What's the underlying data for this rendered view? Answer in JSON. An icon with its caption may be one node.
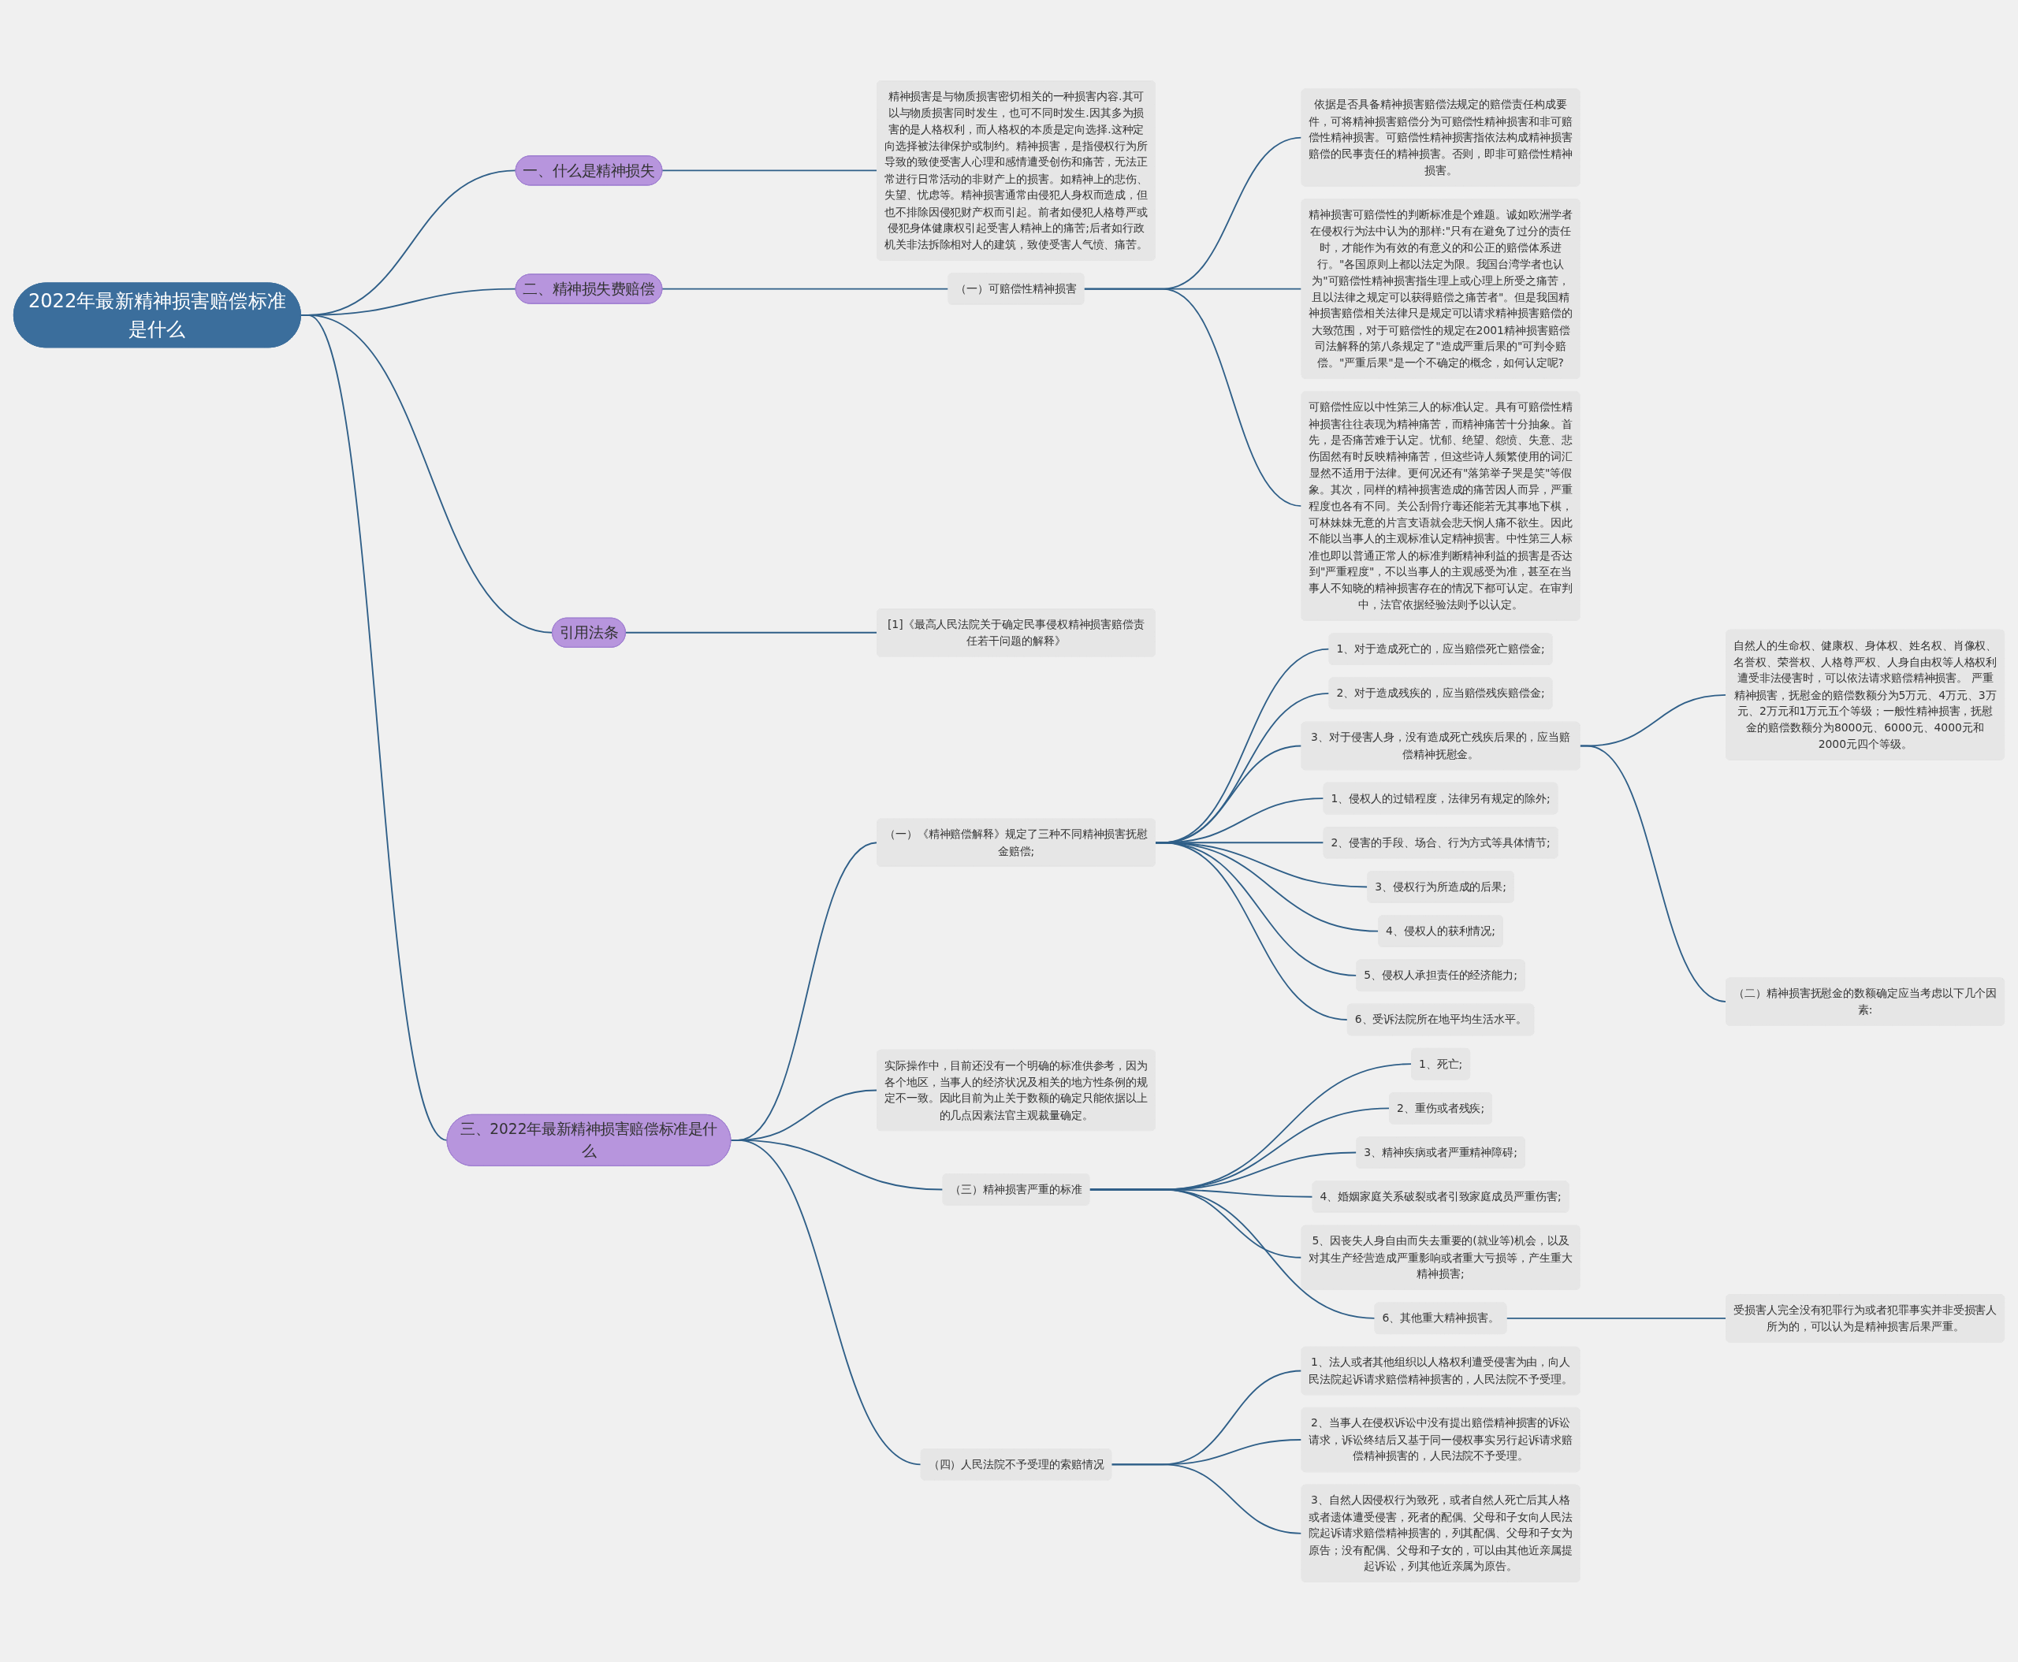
{
  "diagram": {
    "nodes": [
      {
        "text": [
          "2022年最新精神损害赔偿标准是什么"
        ]
      },
      {
        "text": [
          "一、什么是精神损失"
        ]
      },
      {
        "text": [
          "精神损害是与物质损害密切相关的一种损害内容.其可以与物质损害同时发生，也可不同时发生.因其多为损害的是人格权利，而人格权的本质是定向选择.这种定向选择被法律保护或制约。精神损害，是指侵权行为所导致的致使受害人心理和感情遭受创伤和痛苦，无法正常进行日常活动的非财产上的损害。如精神上的悲伤、失望、忧虑等。精神损害通常由侵犯人身权而造成，但也不排除因侵犯财产权而引起。前者如侵犯人格尊严或侵犯身体健康权引起受害人精神上的痛苦;后者如行政机关非法拆除相对人的建筑，致使受害人气愤、痛苦。"
        ]
      },
      {
        "text": [
          "二、精神损失费赔偿"
        ]
      },
      {
        "text": [
          "（一）可赔偿性精神损害"
        ]
      },
      {
        "text": [
          "依据是否具备精神损害赔偿法规定的赔偿责任构成要件，可将精神损害赔偿分为可赔偿性精神损害和非可赔偿性精神损害。可赔偿性精神损害指依法构成精神损害赔偿的民事责任的精神损害。否则，即非可赔偿性精神损害。"
        ]
      },
      {
        "text": [
          "精神损害可赔偿性的判断标准是个难题。诚如欧洲学者在侵权行为法中认为的那样:\"只有在避免了过分的责任时，才能作为有效的有意义的和公正的赔偿体系进行。\"各国原则上都以法定为限。我国台湾学者也认为\"可赔偿性精神损害指生理上或心理上所受之痛苦，且以法律之规定可以获得赔偿之痛苦者\"。但是我国精神损害赔偿相关法律只是规定可以请求精神损害赔偿的大致范围，对于可赔偿性的规定在2001精神损害赔偿司法解释的第八条规定了\"造成严重后果的\"可判令赔偿。\"严重后果\"是一个不确定的概念，如何认定呢?"
        ]
      },
      {
        "text": [
          "可赔偿性应以中性第三人的标准认定。具有可赔偿性精神损害往往表现为精神痛苦，而精神痛苦十分抽象。首先，是否痛苦难于认定。忧郁、绝望、怨愤、失意、悲伤固然有时反映精神痛苦，但这些诗人频繁使用的词汇显然不适用于法律。更何况还有\"落第举子哭是笑\"等假象。其次，同样的精神损害造成的痛苦因人而异，严重程度也各有不同。关公刮骨疗毒还能若无其事地下棋，可林妹妹无意的片言支语就会悲天悯人痛不欲生。因此不能以当事人的主观标准认定精神损害。中性第三人标准也即以普通正常人的标准判断精神利益的损害是否达到\"严重程度\"，不以当事人的主观感受为准，甚至在当事人不知晓的精神损害存在的情况下都可认定。在审判中，法官依据经验法则予以认定。"
        ]
      },
      {
        "text": [
          "引用法条"
        ]
      },
      {
        "text": [
          "[1]《最高人民法院关于确定民事侵权精神损害赔偿责任若干问题的解释》"
        ]
      },
      {
        "text": [
          "三、2022年最新精神损害赔偿标准是什么"
        ]
      },
      {
        "text": [
          "（一）《精神赔偿解释》规定了三种不同精神损害抚慰金赔偿;"
        ]
      },
      {
        "text": [
          "1、对于造成死亡的，应当赔偿死亡赔偿金;"
        ]
      },
      {
        "text": [
          "2、对于造成残疾的，应当赔偿残疾赔偿金;"
        ]
      },
      {
        "text": [
          "3、对于侵害人身，没有造成死亡残疾后果的，应当赔偿精神抚慰金。"
        ]
      },
      {
        "text": [
          "自然人的生命权、健康权、身体权、姓名权、肖像权、名誉权、荣誉权、人格尊严权、人身自由权等人格权利遭受非法侵害时，可以依法请求赔偿精神损害。 严重精神损害，抚慰金的赔偿数额分为5万元、4万元、3万元、2万元和1万元五个等级；一般性精神损害，抚慰金的赔偿数额分为8000元、6000元、4000元和2000元四个等级。"
        ]
      },
      {
        "text": [
          "（二）精神损害抚慰金的数额确定应当考虑以下几个因素:"
        ]
      },
      {
        "text": [
          "1、侵权人的过错程度，法律另有规定的除外;"
        ]
      },
      {
        "text": [
          "2、侵害的手段、场合、行为方式等具体情节;"
        ]
      },
      {
        "text": [
          "3、侵权行为所造成的后果;"
        ]
      },
      {
        "text": [
          "4、侵权人的获利情况;"
        ]
      },
      {
        "text": [
          "5、侵权人承担责任的经济能力;"
        ]
      },
      {
        "text": [
          "6、受诉法院所在地平均生活水平。"
        ]
      },
      {
        "text": [
          "实际操作中，目前还没有一个明确的标准供参考，因为各个地区，当事人的经济状况及相关的地方性条例的规定不一致。因此目前为止关于数额的确定只能依据以上的几点因素法官主观裁量确定。"
        ]
      },
      {
        "text": [
          "（三）精神损害严重的标准"
        ]
      },
      {
        "text": [
          "1、死亡;"
        ]
      },
      {
        "text": [
          "2、重伤或者残疾;"
        ]
      },
      {
        "text": [
          "3、精神疾病或者严重精神障碍;"
        ]
      },
      {
        "text": [
          "4、婚姻家庭关系破裂或者引致家庭成员严重伤害;"
        ]
      },
      {
        "text": [
          "5、因丧失人身自由而失去重要的(就业等)机会，以及对其生产经营造成严重影响或者重大亏损等，产生重大精神损害;"
        ]
      },
      {
        "text": [
          "6、其他重大精神损害。"
        ]
      },
      {
        "text": [
          "受损害人完全没有犯罪行为或者犯罪事实并非受损害人所为的，可以认为是精神损害后果严重。"
        ]
      },
      {
        "text": [
          "（四）人民法院不予受理的索赔情况"
        ]
      },
      {
        "text": [
          "1、法人或者其他组织以人格权利遭受侵害为由，向人民法院起诉请求赔偿精神损害的，人民法院不予受理。"
        ]
      },
      {
        "text": [
          "2、当事人在侵权诉讼中没有提出赔偿精神损害的诉讼请求，诉讼终结后又基于同一侵权事实另行起诉请求赔偿精神损害的，人民法院不予受理。"
        ]
      },
      {
        "text": [
          "3、自然人因侵权行为致死，或者自然人死亡后其人格或者遗体遭受侵害，死者的配偶、父母和子女向人民法院起诉请求赔偿精神损害的，列其配偶、父母和子女为原告；没有配偶、父母和子女的，可以由其他近亲属提起诉讼，列其他近亲属为原告。"
        ]
      }
    ],
    "edges": [
      {
        "from": 0,
        "to": 1,
        "arrow": "none"
      },
      {
        "from": 1,
        "to": 2,
        "arrow": "none"
      },
      {
        "from": 0,
        "to": 3,
        "arrow": "none"
      },
      {
        "from": 3,
        "to": 4,
        "arrow": "none"
      },
      {
        "from": 4,
        "to": 5,
        "arrow": "none"
      },
      {
        "from": 4,
        "to": 6,
        "arrow": "none"
      },
      {
        "from": 4,
        "to": 7,
        "arrow": "none"
      },
      {
        "from": 0,
        "to": 8,
        "arrow": "none"
      },
      {
        "from": 8,
        "to": 9,
        "arrow": "none"
      },
      {
        "from": 0,
        "to": 10,
        "arrow": "none"
      },
      {
        "from": 10,
        "to": 11,
        "arrow": "none"
      },
      {
        "from": 11,
        "to": 12,
        "arrow": "none"
      },
      {
        "from": 11,
        "to": 13,
        "arrow": "none"
      },
      {
        "from": 11,
        "to": 14,
        "arrow": "none"
      },
      {
        "from": 14,
        "to": 15,
        "arrow": "none"
      },
      {
        "from": 14,
        "to": 16,
        "arrow": "none"
      },
      {
        "from": 11,
        "to": 17,
        "arrow": "none"
      },
      {
        "from": 11,
        "to": 18,
        "arrow": "none"
      },
      {
        "from": 11,
        "to": 19,
        "arrow": "none"
      },
      {
        "from": 11,
        "to": 20,
        "arrow": "none"
      },
      {
        "from": 11,
        "to": 21,
        "arrow": "none"
      },
      {
        "from": 11,
        "to": 22,
        "arrow": "none"
      },
      {
        "from": 10,
        "to": 23,
        "arrow": "none"
      },
      {
        "from": 10,
        "to": 24,
        "arrow": "none"
      },
      {
        "from": 24,
        "to": 25,
        "arrow": "none"
      },
      {
        "from": 24,
        "to": 26,
        "arrow": "none"
      },
      {
        "from": 24,
        "to": 27,
        "arrow": "none"
      },
      {
        "from": 24,
        "to": 28,
        "arrow": "none"
      },
      {
        "from": 24,
        "to": 29,
        "arrow": "none"
      },
      {
        "from": 24,
        "to": 30,
        "arrow": "none"
      },
      {
        "from": 30,
        "to": 31,
        "arrow": "none"
      },
      {
        "from": 10,
        "to": 32,
        "arrow": "none"
      },
      {
        "from": 32,
        "to": 33,
        "arrow": "none"
      },
      {
        "from": 32,
        "to": 34,
        "arrow": "none"
      },
      {
        "from": 32,
        "to": 35,
        "arrow": "none"
      }
    ]
  }
}
